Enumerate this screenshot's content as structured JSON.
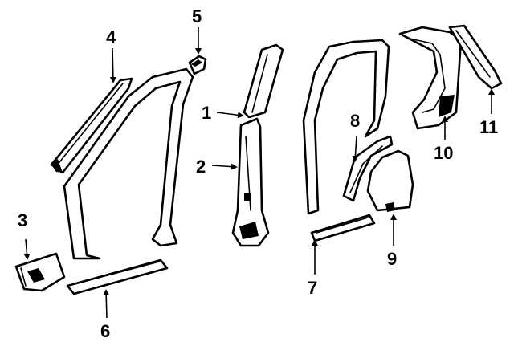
{
  "callouts": [
    {
      "id": "1",
      "label": "1"
    },
    {
      "id": "2",
      "label": "2"
    },
    {
      "id": "3",
      "label": "3"
    },
    {
      "id": "4",
      "label": "4"
    },
    {
      "id": "5",
      "label": "5"
    },
    {
      "id": "6",
      "label": "6"
    },
    {
      "id": "7",
      "label": "7"
    },
    {
      "id": "8",
      "label": "8"
    },
    {
      "id": "9",
      "label": "9"
    },
    {
      "id": "10",
      "label": "10"
    },
    {
      "id": "11",
      "label": "11"
    }
  ],
  "colors": {
    "ink": "#000000",
    "background": "#ffffff"
  }
}
